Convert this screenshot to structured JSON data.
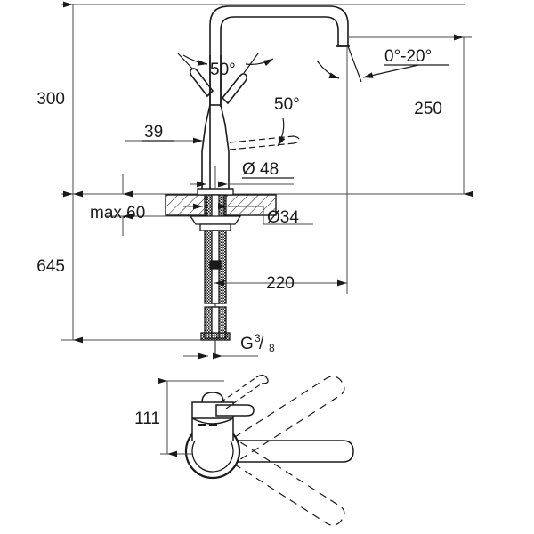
{
  "drawing": {
    "kind": "technical-dimension-drawing",
    "subject": "kitchen-mixer-tap",
    "units": "mm",
    "views": [
      {
        "name": "elevation",
        "label": ""
      },
      {
        "name": "plan",
        "label": ""
      }
    ]
  },
  "colors": {
    "line": "#1a1a1a",
    "dimension_line": "#4a4a4a",
    "background": "#ffffff",
    "text": "#1a1a1a"
  },
  "dimensions": {
    "total_height": "300",
    "spout_height": "250",
    "base_to_outlet_depth": "39",
    "overall_length_below": "645",
    "countertop_max_thickness": "max.60",
    "spout_reach": "220",
    "handle_height_plan": "111",
    "spout_diameter": "Ø 48",
    "shank_diameter": "Ø34",
    "lever_angle_left": "50°",
    "lever_angle_right": "50°",
    "spout_swivel_angle": "0°-20°"
  },
  "thread": {
    "prefix": "G",
    "numerator": "3",
    "slash": "/",
    "denominator": "8"
  }
}
